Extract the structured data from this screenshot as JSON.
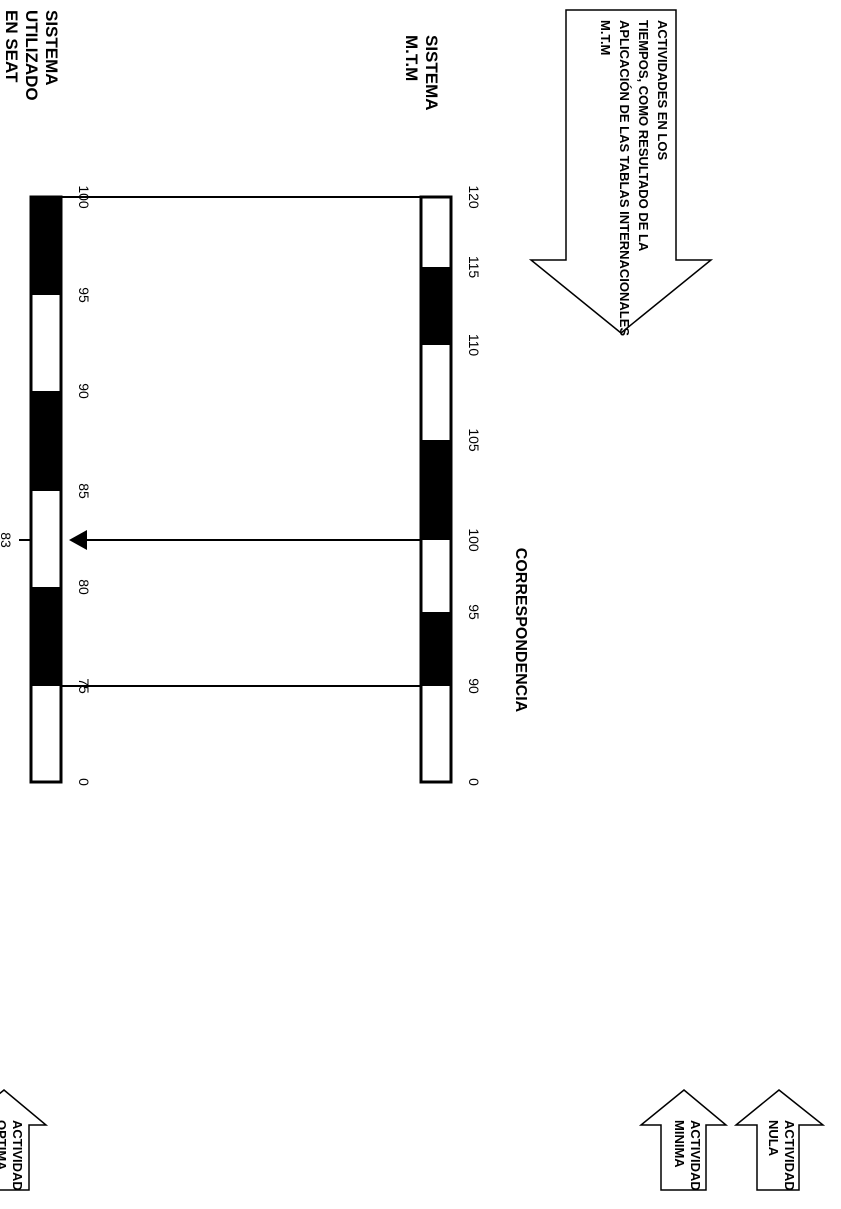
{
  "mtm": {
    "title": "SISTEMA\nM.T.M",
    "ticks": [
      "120",
      "115",
      "110",
      "105",
      "100",
      "95",
      "90",
      "0"
    ]
  },
  "bsi": {
    "title": "SISTEMA\nUTILIZADO\nEN SEAT\n(BSI)",
    "ticks": [
      "100",
      "95",
      "90",
      "85",
      "80",
      "75",
      "0"
    ]
  },
  "correspondencia": "CORRESPONDENCIA",
  "marker_83": "83",
  "top_arrow_text": "ACTIVIDADES EN LOS TIEMPOS, COMO RESULTADO DE LA APLICACIÓN DE LAS TABLAS INTERNACIONALES M.T.M",
  "arrows": {
    "optima": "ACTIVIDAD\nOPTIMA",
    "minima": "ACTIVIDAD\nMINIMA",
    "nula": "ACTIVIDAD\nNULA"
  }
}
